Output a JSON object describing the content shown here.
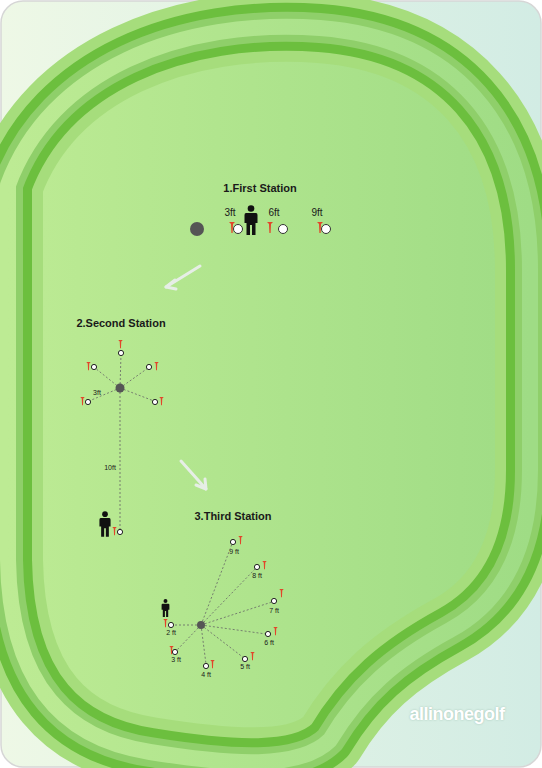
{
  "diagram": {
    "labels": [
      "1.First Station",
      "3ft",
      "6ft",
      "9ft",
      "2.Second Station",
      "3ft",
      "10ft",
      "3.Third Station",
      "9 ft",
      "8 ft",
      "7 ft",
      "6 ft",
      "2 ft",
      "5 ft",
      "3 ft",
      "4 ft",
      "allinonegolf"
    ]
  }
}
